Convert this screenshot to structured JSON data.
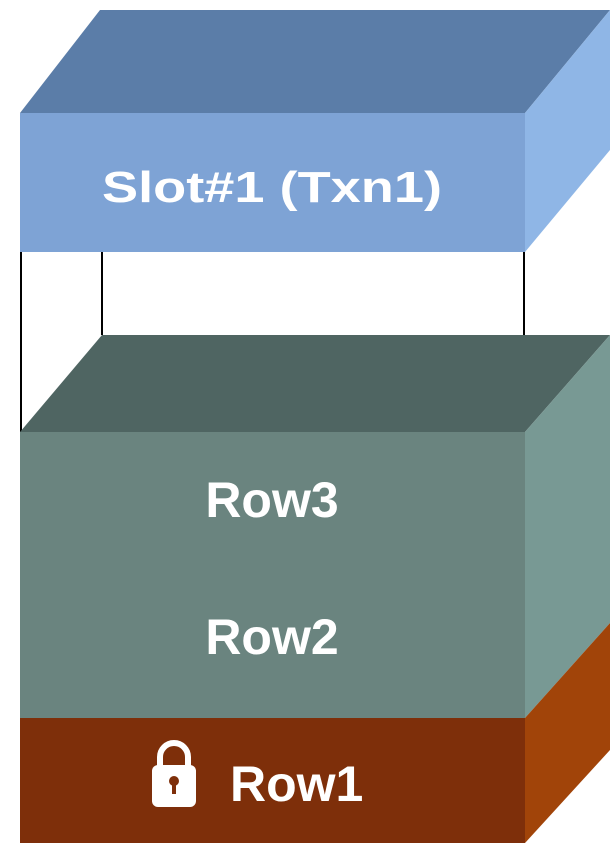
{
  "slot": {
    "label": "Slot#1 (Txn1)"
  },
  "rows": {
    "row3": "Row3",
    "row2": "Row2",
    "row1": "Row1"
  },
  "icons": {
    "lock": "lock-icon"
  },
  "colors": {
    "slot_front": "#7ea3d5",
    "slot_top": "#5b7da8",
    "slot_side": "#8fb6e6",
    "stack_front": "#6a847f",
    "stack_top": "#4f6562",
    "stack_side": "#789994",
    "row1_front": "#7e2f0a",
    "row1_side": "#a14409",
    "connector": "#000000",
    "text": "#ffffff"
  }
}
